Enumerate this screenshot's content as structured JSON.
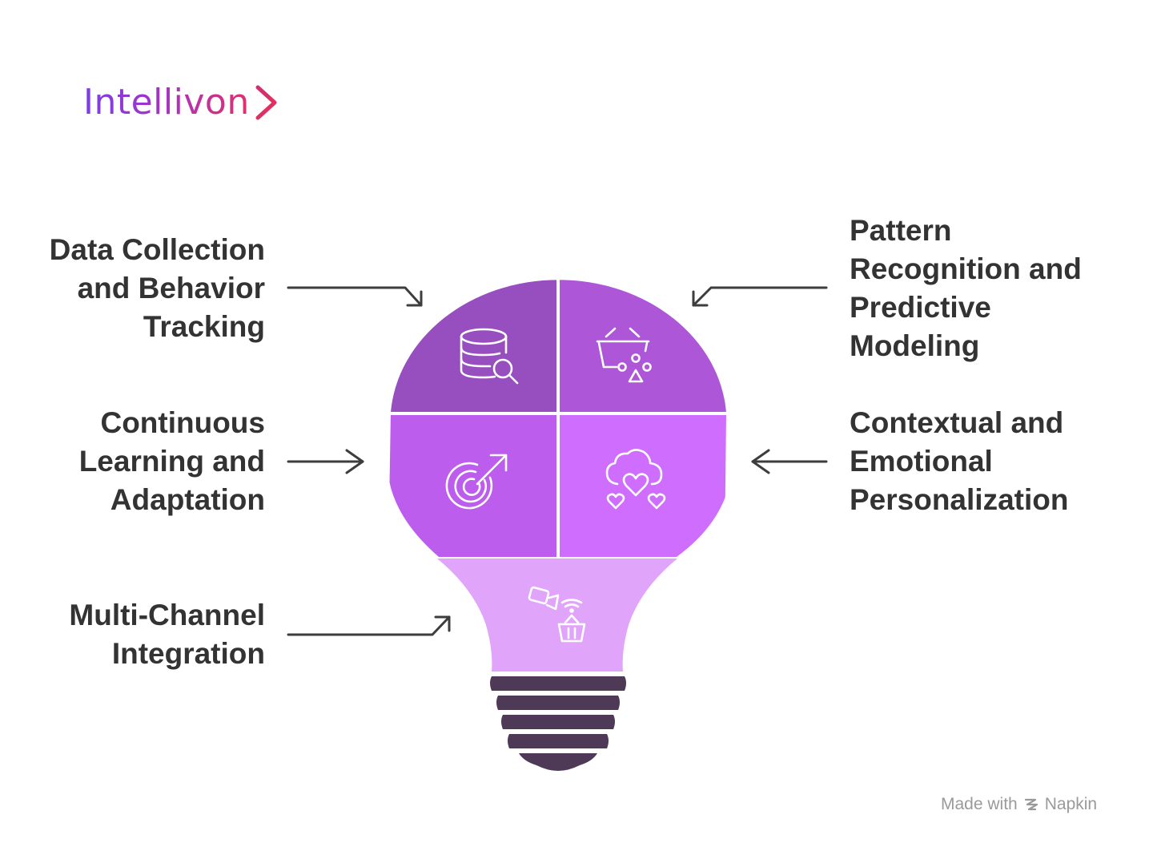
{
  "brand": {
    "name": "Intellivon",
    "icon": "chevron-right-icon"
  },
  "diagram": {
    "segments": [
      {
        "id": "data-collection",
        "label_lines": [
          "Data Collection",
          "and Behavior",
          "Tracking"
        ],
        "icon": "database-search-icon",
        "color": "#974fbf"
      },
      {
        "id": "pattern-recognition",
        "label_lines": [
          "Pattern",
          "Recognition and",
          "Predictive",
          "Modeling"
        ],
        "icon": "basket-shapes-icon",
        "color": "#ad56d8"
      },
      {
        "id": "continuous-learning",
        "label_lines": [
          "Continuous",
          "Learning and",
          "Adaptation"
        ],
        "icon": "target-arrow-icon",
        "color": "#bd5ded"
      },
      {
        "id": "contextual-personalization",
        "label_lines": [
          "Contextual and",
          "Emotional",
          "Personalization"
        ],
        "icon": "cloud-hearts-icon",
        "color": "#cf6efe"
      },
      {
        "id": "multi-channel",
        "label_lines": [
          "Multi-Channel",
          "Integration"
        ],
        "icon": "camera-basket-icon",
        "color": "#e1a4fb"
      }
    ],
    "base_color": "#4e3a56",
    "arrow_color": "#3d3d3d"
  },
  "footer": {
    "credit_prefix": "Made with",
    "credit_brand": "Napkin",
    "icon": "napkin-logo-icon"
  }
}
